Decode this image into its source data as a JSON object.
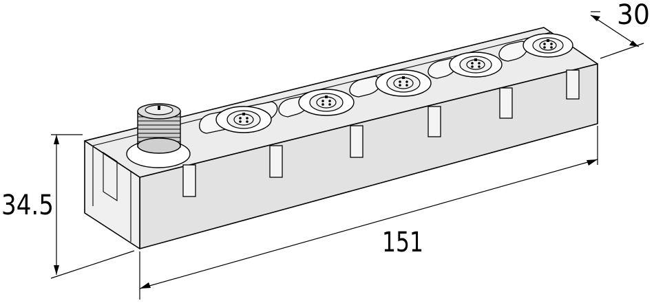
{
  "dimensions": {
    "height": "34.5",
    "length": "151",
    "depth": "30"
  },
  "connectors": {
    "plug_count": 1,
    "socket_count": 5
  }
}
